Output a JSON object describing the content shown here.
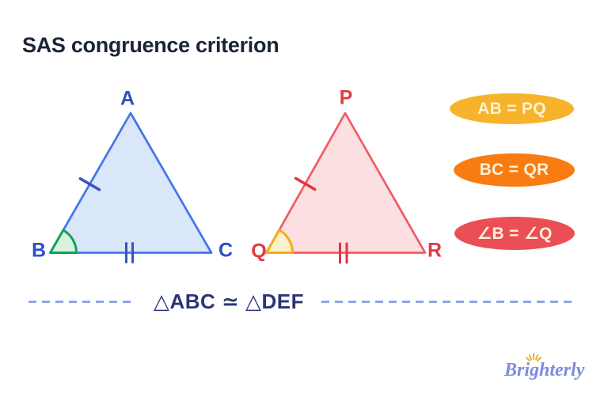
{
  "title": "SAS congruence criterion",
  "triangles": {
    "abc": {
      "top": "A",
      "bottom_left": "B",
      "bottom_right": "C",
      "fill": "#DAE6FA",
      "stroke": "#4377E6",
      "label_color": "#2B50C8",
      "tick_color": "#3B54BE",
      "angle_mark_stroke": "#12A25C",
      "angle_mark_fill": "#D8F2DE"
    },
    "pqr": {
      "top": "P",
      "bottom_left": "Q",
      "bottom_right": "R",
      "fill": "#FBDFE1",
      "stroke": "#F05C65",
      "label_color": "#E23943",
      "tick_color": "#E03540",
      "angle_mark_stroke": "#F3AC19",
      "angle_mark_fill": "#FCF1C9"
    }
  },
  "badges": [
    {
      "label": "AB = PQ",
      "bg": "#F6B32B"
    },
    {
      "label": "BC = QR",
      "bg": "#F87C12"
    },
    {
      "label": "∠B = ∠Q",
      "bg": "#EA4F55"
    }
  ],
  "statement": "△ABC ≃ △DEF",
  "statement_color": "#2B3478",
  "dash_color": "#8FA5E6",
  "logo": {
    "text": "Brighterly",
    "color": "#7C8BE0",
    "sun_color": "#F2B12B"
  }
}
